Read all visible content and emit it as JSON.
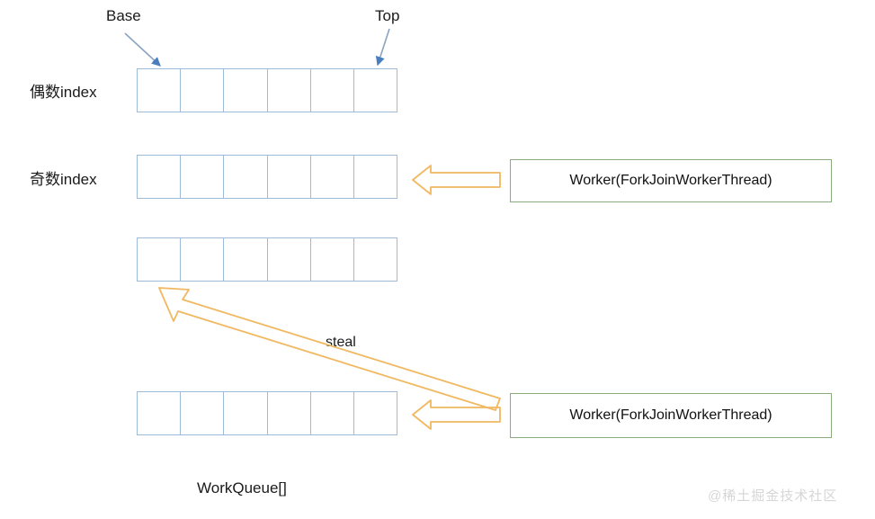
{
  "diagram": {
    "caption": "WorkQueue[]",
    "watermark": "@稀土掘金技术社区",
    "colors": {
      "queue_border": "#9dbbd9",
      "worker_border": "#8aab7e",
      "arrow_orange": "#f0b860",
      "pointer_arrow_blue": "#4a7fbf",
      "text": "#1a1a1a",
      "watermark": "#d6d6d6",
      "background": "#ffffff"
    },
    "pointers": [
      {
        "label": "Base"
      },
      {
        "label": "Top"
      }
    ],
    "row_labels": [
      {
        "label": "偶数index"
      },
      {
        "label": "奇数index"
      }
    ],
    "queues": [
      {
        "name": "even-index-queue",
        "cells": 6
      },
      {
        "name": "odd-index-queue",
        "cells": 6
      },
      {
        "name": "third-queue",
        "cells": 6
      },
      {
        "name": "fourth-queue",
        "cells": 6
      }
    ],
    "workers": [
      {
        "label": "Worker(ForkJoinWorkerThread)"
      },
      {
        "label": "Worker(ForkJoinWorkerThread)"
      }
    ],
    "steal": {
      "label": "steal"
    }
  }
}
